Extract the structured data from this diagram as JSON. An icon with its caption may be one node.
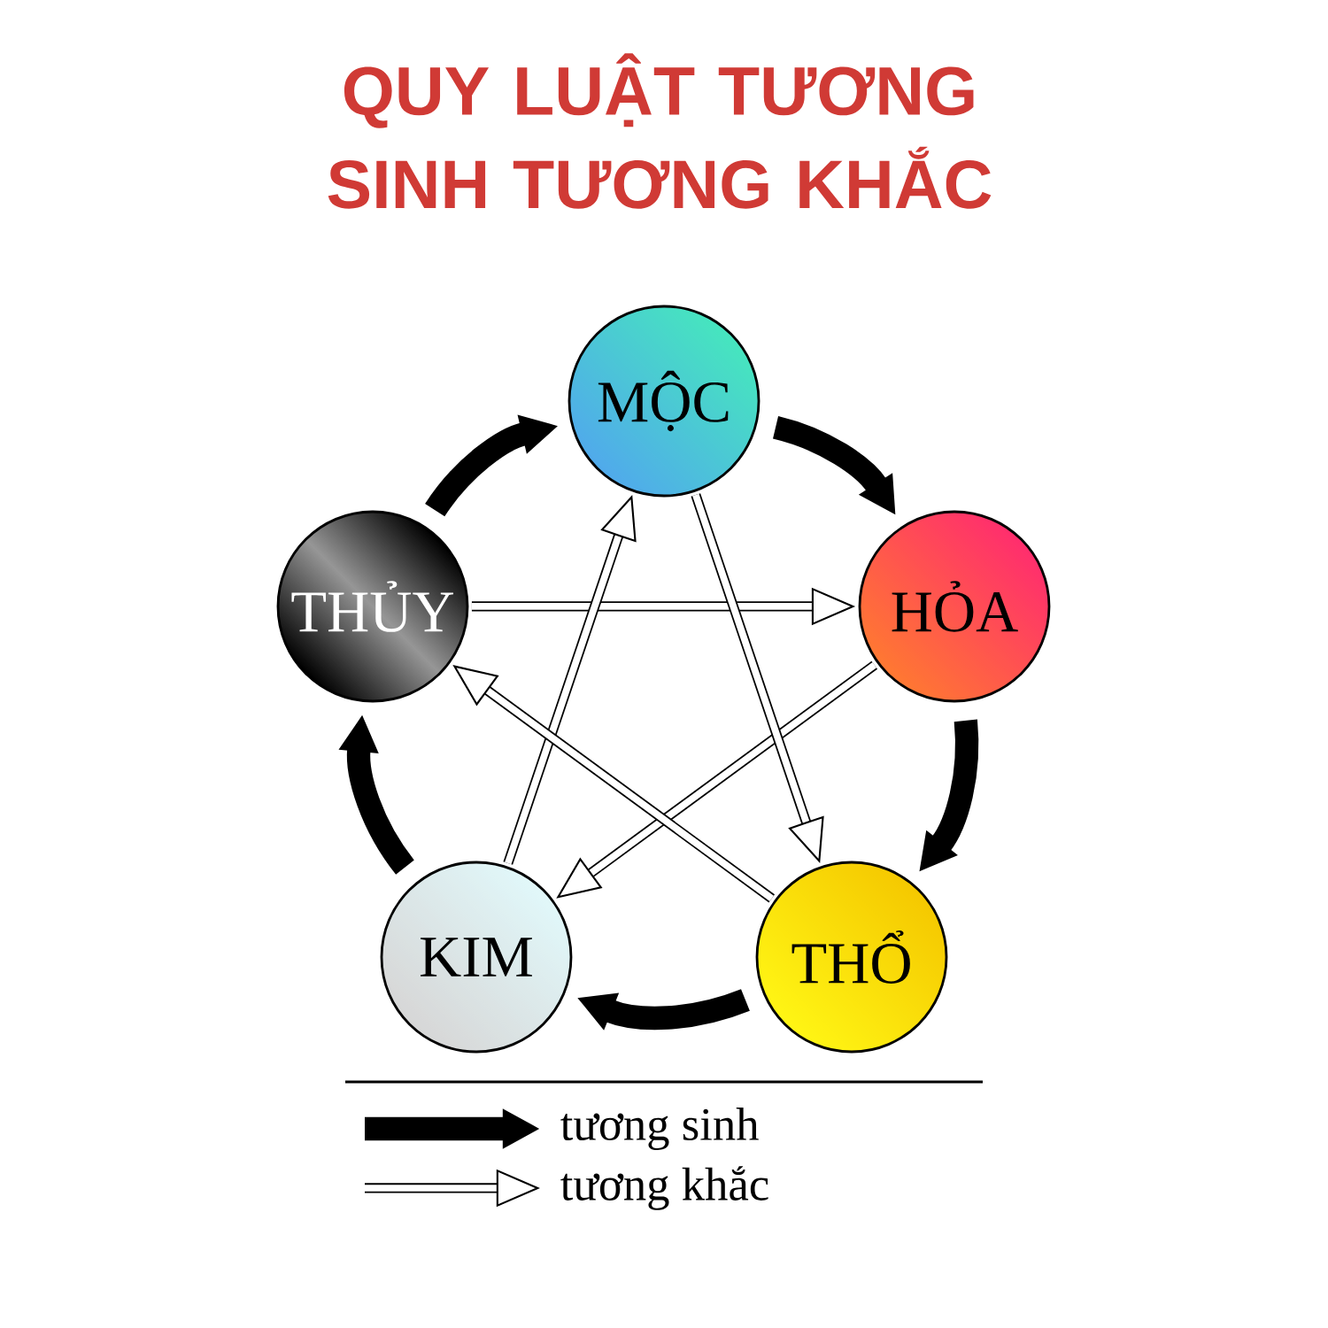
{
  "diagram": {
    "title": "QUY LUẬT TƯƠNG SINH TƯƠNG KHẮC",
    "nodes": [
      {
        "text": [
          "MỘC"
        ]
      },
      {
        "text": [
          "HỎA"
        ]
      },
      {
        "text": [
          "THỔ"
        ]
      },
      {
        "text": [
          "KIM"
        ]
      },
      {
        "text": [
          "THỦY"
        ]
      }
    ],
    "edges": [
      {
        "from": 0,
        "to": 1,
        "arrow": "to",
        "style": "thick"
      },
      {
        "from": 1,
        "to": 2,
        "arrow": "to",
        "style": "thick"
      },
      {
        "from": 2,
        "to": 3,
        "arrow": "to",
        "style": "thick"
      },
      {
        "from": 3,
        "to": 4,
        "arrow": "to",
        "style": "thick"
      },
      {
        "from": 4,
        "to": 0,
        "arrow": "to",
        "style": "thick"
      },
      {
        "from": 4,
        "to": 1,
        "arrow": "to"
      },
      {
        "from": 1,
        "to": 3,
        "arrow": "to"
      },
      {
        "from": 3,
        "to": 0,
        "arrow": "to"
      },
      {
        "from": 0,
        "to": 2,
        "arrow": "to"
      },
      {
        "from": 2,
        "to": 4,
        "arrow": "to"
      }
    ],
    "legend": [
      {
        "text": "tương sinh"
      },
      {
        "text": "tương khắc"
      }
    ]
  }
}
